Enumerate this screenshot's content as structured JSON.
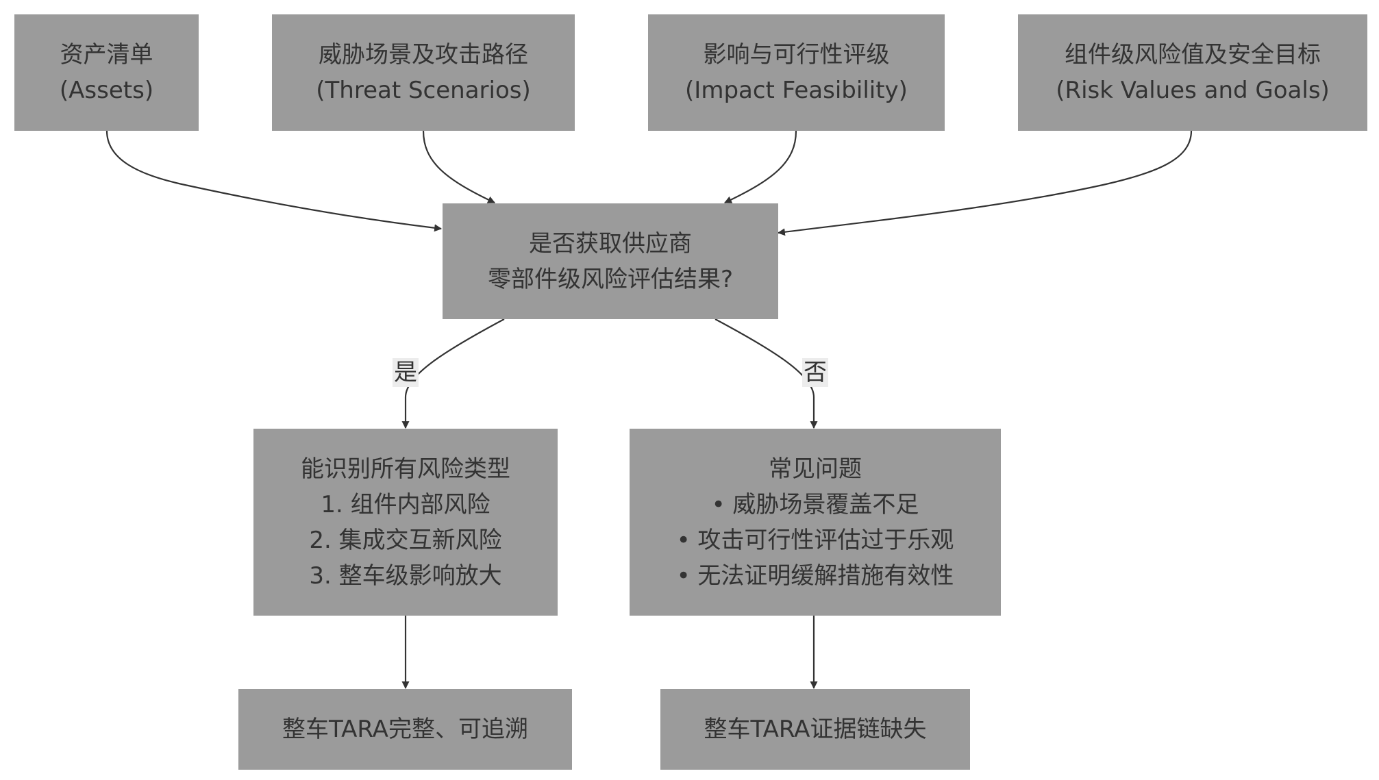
{
  "colors": {
    "node_fill": "#9b9b9b",
    "node_text": "#333333",
    "edge": "#333333",
    "edge_label_bg": "#ececec",
    "background": "#ffffff"
  },
  "nodes": {
    "assets": {
      "line1": "资产清单",
      "line2": "(Assets)"
    },
    "threats": {
      "line1": "威胁场景及攻击路径",
      "line2": "(Threat Scenarios)"
    },
    "impact": {
      "line1": "影响与可行性评级",
      "line2": "(Impact Feasibility)"
    },
    "risk": {
      "line1": "组件级风险值及安全目标",
      "line2": "(Risk Values and Goals)"
    },
    "decision": {
      "line1": "是否获取供应商",
      "line2": "零部件级风险评估结果?"
    },
    "yes_box": {
      "line1": "能识别所有风险类型",
      "line2": "1. 组件内部风险",
      "line3": "2. 集成交互新风险",
      "line4": "3. 整车级影响放大"
    },
    "no_box": {
      "line1": "常见问题",
      "line2": "• 威胁场景覆盖不足",
      "line3": "• 攻击可行性评估过于乐观",
      "line4": "• 无法证明缓解措施有效性"
    },
    "yes_result": {
      "line1": "整车TARA完整、可追溯"
    },
    "no_result": {
      "line1": "整车TARA证据链缺失"
    }
  },
  "edge_labels": {
    "yes": "是",
    "no": "否"
  }
}
